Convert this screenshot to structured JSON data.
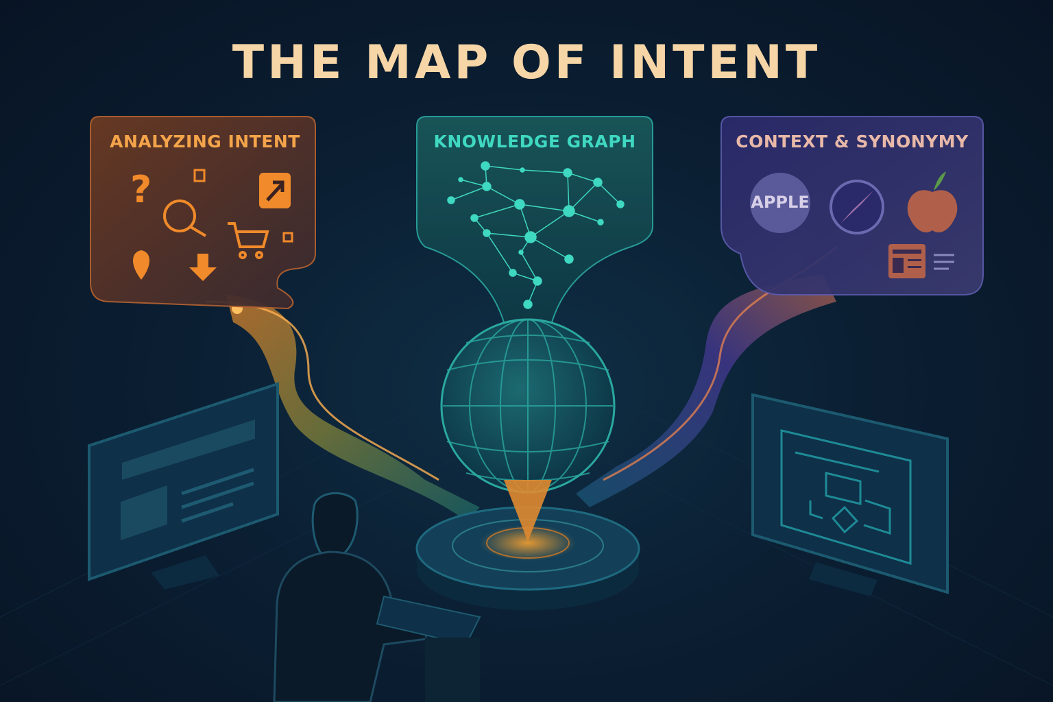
{
  "title": "THE MAP OF INTENT",
  "panels": {
    "left": {
      "label": "ANALYZING INTENT",
      "icons": [
        "question-mark-icon",
        "magnifier-icon",
        "arrow-up-right-icon",
        "shopping-cart-icon",
        "location-pin-icon",
        "download-arrow-icon"
      ]
    },
    "center": {
      "label": "KNOWLEDGE GRAPH"
    },
    "right": {
      "label": "CONTEXT & SYNONYMY",
      "apple_word": "APPLE",
      "icons": [
        "compass-icon",
        "apple-fruit-icon",
        "article-icon"
      ]
    }
  },
  "colors": {
    "background": "#0b1f33",
    "title": "#f6d5a6",
    "orange": "#f4a44a",
    "teal": "#3fd8c0",
    "purple": "#6a5ac8"
  }
}
